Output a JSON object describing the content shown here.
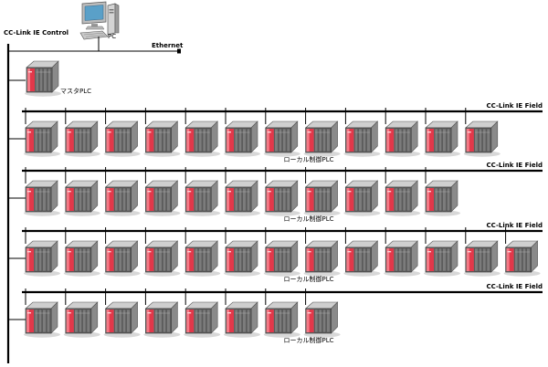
{
  "diagram": {
    "backbone_label": "CC-Link IE Control",
    "ethernet_label": "Ethernet",
    "pc_label": "PC",
    "master_label": "マスタPLC",
    "branches": [
      {
        "network_label": "CC-Link IE Field",
        "node_label": "ローカル制御PLC",
        "node_count": 12
      },
      {
        "network_label": "CC-Link IE Field",
        "node_label": "ローカル制御PLC",
        "node_count": 11
      },
      {
        "network_label": "CC-Link IE Field",
        "node_label": "ローカル制御PLC",
        "node_count": 13
      },
      {
        "network_label": "CC-Link IE Field",
        "node_label": "ローカル制御PLC",
        "node_count": 8
      }
    ]
  }
}
